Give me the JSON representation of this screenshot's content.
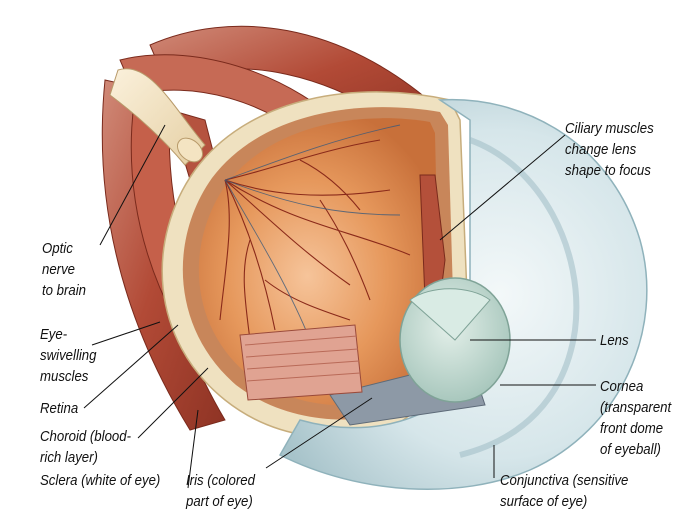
{
  "labels": {
    "ciliary": "Ciliary muscles\nchange lens\nshape to focus",
    "optic": "Optic\nnerve\nto brain",
    "muscles": "Eye-\nswivelling\nmuscles",
    "lens": "Lens",
    "retina": "Retina",
    "cornea": "Cornea\n(transparent\nfront dome\nof eyeball)",
    "choroid": "Choroid (blood-\nrich layer)",
    "sclera": "Sclera (white of eye)",
    "iris": "Iris (colored\npart of eye)",
    "conjunctiva": "Conjunctiva (sensitive\nsurface of eye)"
  },
  "colors": {
    "muscle": "#b54a36",
    "sclera": "#efe1c0",
    "retina_interior": "#e29356",
    "cornea": "#dbe9ec",
    "lens": "#bfd8cf",
    "vessel": "#8a2a1a"
  }
}
